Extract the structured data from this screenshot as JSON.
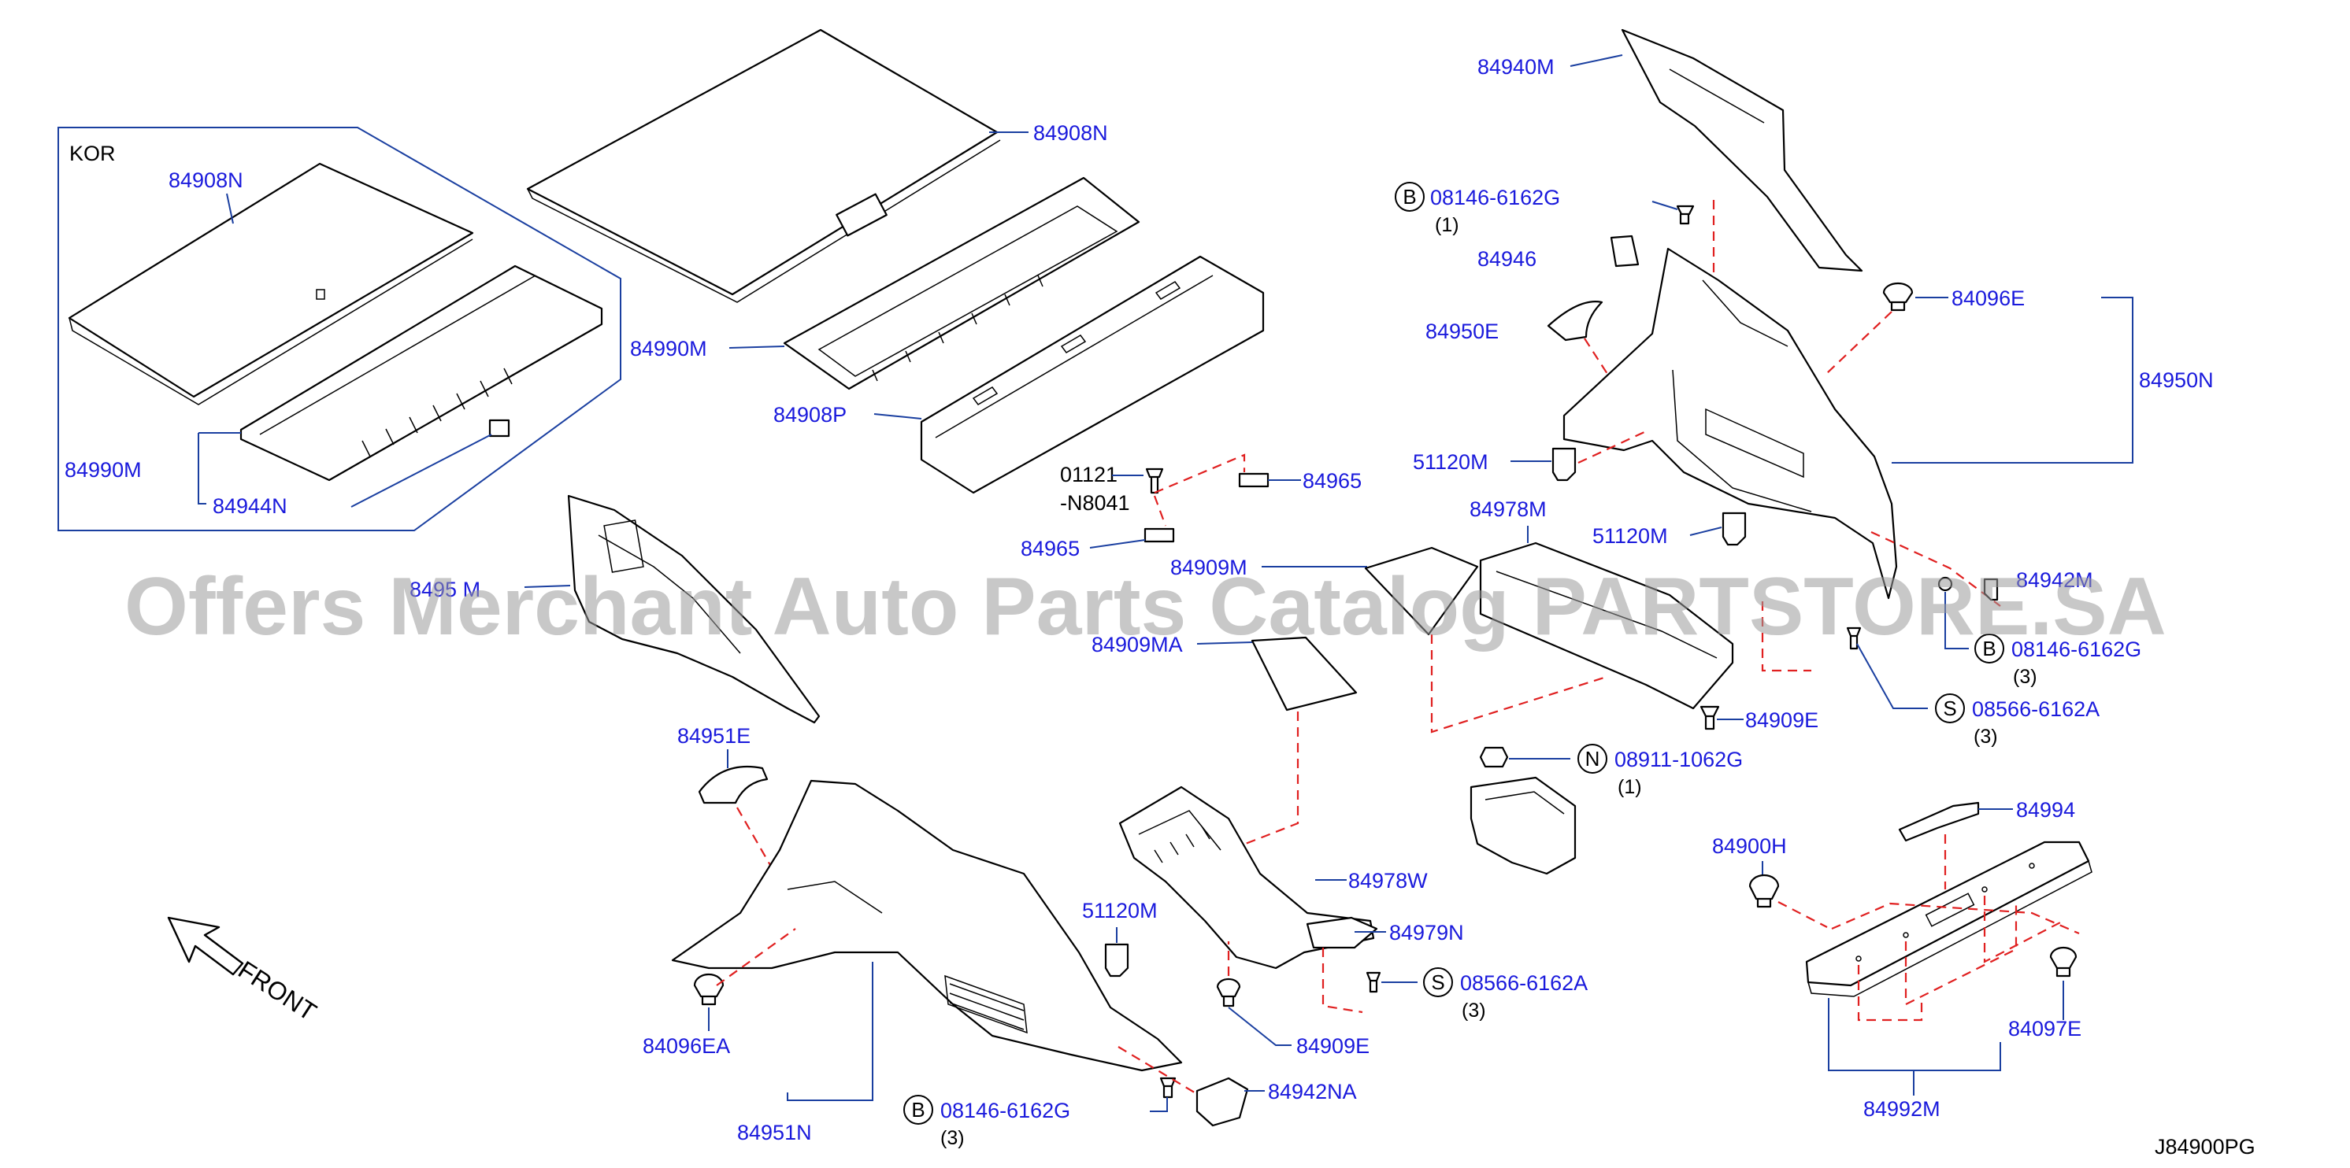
{
  "variant_box_label": "KOR",
  "labels": {
    "kor_84908N": "84908N",
    "kor_84990M": "84990M",
    "kor_84944N": "84944N",
    "top_84908N": "84908N",
    "p84990M": "84990M",
    "p84908P": "84908P",
    "p01121_line1": "01121",
    "p01121_line2": "-N8041",
    "p84965_a": "84965",
    "p84965_b": "84965",
    "p84909M": "84909M",
    "p84909MA": "84909MA",
    "p84978M": "84978M",
    "p84940M": "84940M",
    "p84946": "84946",
    "p84950E": "84950E",
    "p51120M_a": "51120M",
    "p51120M_b": "51120M",
    "p51120M_c": "51120M",
    "p84096E": "84096E",
    "p84950N": "84950N",
    "p84942M": "84942M",
    "p84909E_a": "84909E",
    "p84909E_b": "84909E",
    "p84951M": "8495 M",
    "p84951E": "84951E",
    "p84096EA": "84096EA",
    "p84951N": "84951N",
    "p84942NA": "84942NA",
    "p84978W": "84978W",
    "p84979N": "84979N",
    "p84994": "84994",
    "p84900H": "84900H",
    "p84097E": "84097E",
    "p84992M": "84992M"
  },
  "callouts": [
    {
      "letter": "B",
      "part": "08146-6162G",
      "qty": "(1)"
    },
    {
      "letter": "B",
      "part": "08146-6162G",
      "qty": "(3)"
    },
    {
      "letter": "S",
      "part": "08566-6162A",
      "qty": "(3)"
    },
    {
      "letter": "N",
      "part": "08911-1062G",
      "qty": "(1)"
    },
    {
      "letter": "S",
      "part": "08566-6162A",
      "qty": "(3)"
    },
    {
      "letter": "B",
      "part": "08146-6162G",
      "qty": "(3)"
    }
  ],
  "front_label": "FRONT",
  "diagram_code": "J84900PG",
  "watermark": "Offers Merchant Auto Parts Catalog PARTSTORE.SA",
  "colors": {
    "label_blue": "#1a1adc",
    "leader_blue": "#1a3fa0",
    "dash_red": "#e02020"
  }
}
